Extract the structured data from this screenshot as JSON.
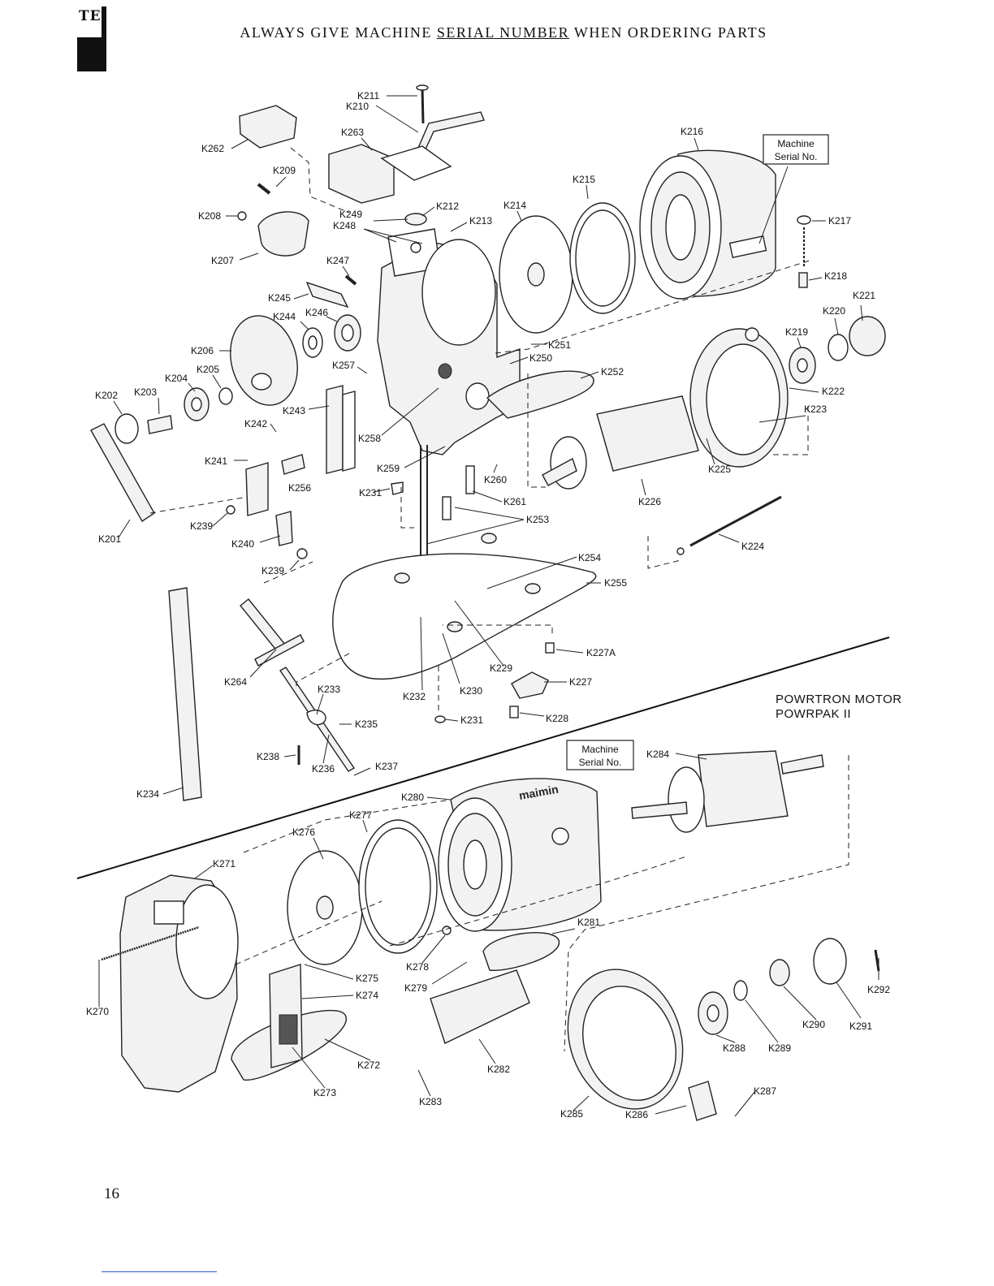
{
  "tab_text": "TE",
  "header": {
    "before": "ALWAYS GIVE MACHINE ",
    "underlined": "SERIAL NUMBER",
    "after": " WHEN ORDERING PARTS"
  },
  "serial_box_upper": [
    "Machine",
    "Serial No."
  ],
  "serial_box_lower": [
    "Machine",
    "Serial No."
  ],
  "section_caption": [
    "POWRTRON MOTOR",
    "POWRPAK II"
  ],
  "nameplate_text": "maimin",
  "page_number": "16",
  "labels": {
    "k211": "K211",
    "k210": "K210",
    "k263": "K263",
    "k262": "K262",
    "k209": "K209",
    "k208": "K208",
    "k249": "K249",
    "k212": "K212",
    "k248": "K248",
    "k213": "K213",
    "k214": "K214",
    "k215": "K215",
    "k216": "K216",
    "k217": "K217",
    "k218": "K218",
    "k221": "K221",
    "k220": "K220",
    "k219": "K219",
    "k222": "K222",
    "k223": "K223",
    "k207": "K207",
    "k247": "K247",
    "k245": "K245",
    "k244": "K244",
    "k246": "K246",
    "k206": "K206",
    "k205": "K205",
    "k204": "K204",
    "k203": "K203",
    "k202": "K202",
    "k257": "K257",
    "k251": "K251",
    "k250": "K250",
    "k252": "K252",
    "k243": "K243",
    "k242": "K242",
    "k258": "K258",
    "k241": "K241",
    "k256": "K256",
    "k259": "K259",
    "k260": "K260",
    "k231a": "K231",
    "k261": "K261",
    "k225": "K225",
    "k226": "K226",
    "k253": "K253",
    "k239a": "K239",
    "k240": "K240",
    "k201": "K201",
    "k239b": "K239",
    "k224": "K224",
    "k254": "K254",
    "k255": "K255",
    "k227a": "K227A",
    "k229": "K229",
    "k227": "K227",
    "k264": "K264",
    "k233": "K233",
    "k232": "K232",
    "k230": "K230",
    "k228": "K228",
    "k231b": "K231",
    "k235": "K235",
    "k238": "K238",
    "k236": "K236",
    "k237": "K237",
    "k234": "K234",
    "k284": "K284",
    "k280": "K280",
    "k277": "K277",
    "k276": "K276",
    "k271": "K271",
    "k281": "K281",
    "k292": "K292",
    "k275": "K275",
    "k274": "K274",
    "k278": "K278",
    "k279": "K279",
    "k270": "K270",
    "k290": "K290",
    "k291": "K291",
    "k288": "K288",
    "k289": "K289",
    "k272": "K272",
    "k282": "K282",
    "k287": "K287",
    "k273": "K273",
    "k283": "K283",
    "k285": "K285",
    "k286": "K286"
  }
}
